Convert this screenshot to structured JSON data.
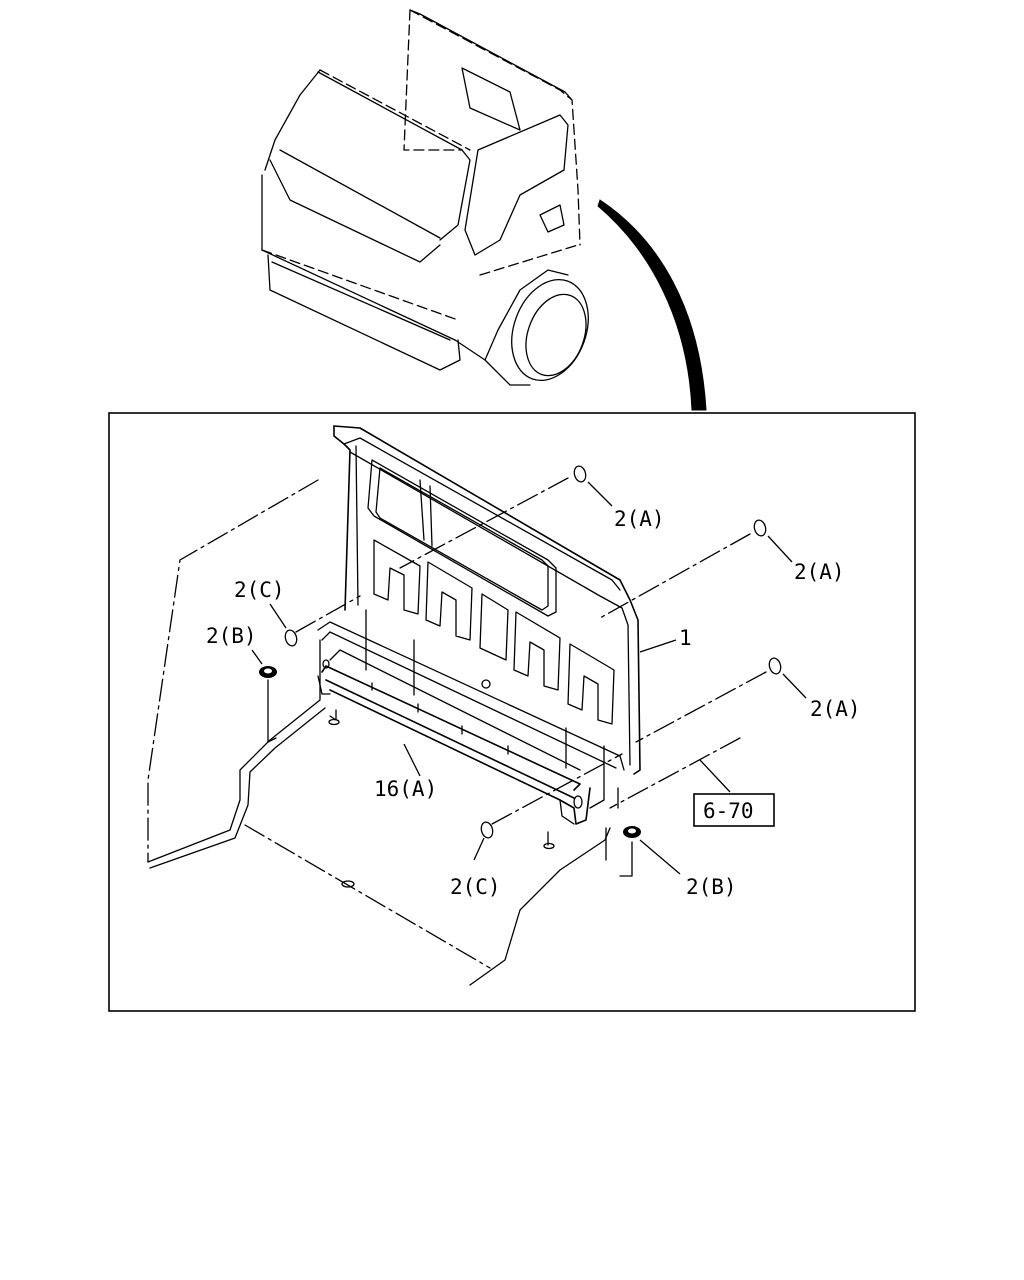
{
  "diagram": {
    "reference_box": "6-70",
    "callouts": [
      {
        "id": "part-1",
        "text": "1"
      },
      {
        "id": "clip-a-top",
        "text": "2(A)"
      },
      {
        "id": "clip-a-right-upper",
        "text": "2(A)"
      },
      {
        "id": "clip-a-right-lower",
        "text": "2(A)"
      },
      {
        "id": "clip-c-left",
        "text": "2(C)"
      },
      {
        "id": "clip-c-bottom",
        "text": "2(C)"
      },
      {
        "id": "grommet-b-left",
        "text": "2(B)"
      },
      {
        "id": "grommet-b-bottom",
        "text": "2(B)"
      },
      {
        "id": "bracket-16a",
        "text": "16(A)"
      }
    ]
  }
}
